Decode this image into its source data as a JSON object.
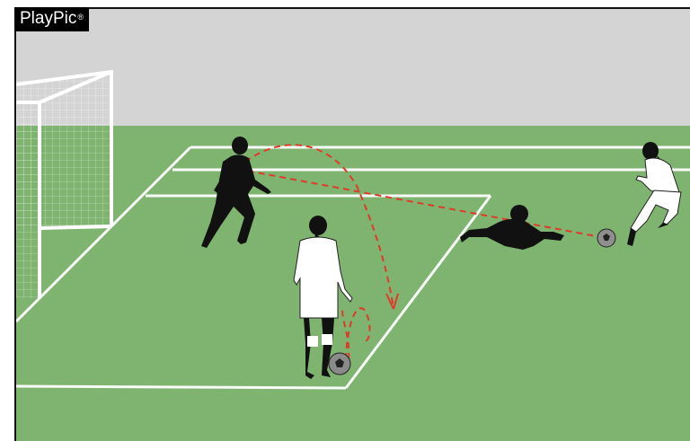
{
  "brand": {
    "name": "PlayPic",
    "mark": "®"
  },
  "colors": {
    "sky": "#d3d3d3",
    "grass": "#7fb26f",
    "line": "#ffffff",
    "trajectory": "#e03a2a",
    "team_dark": "#111111",
    "team_light": "#ffffff"
  },
  "scene": {
    "description_icons": [
      "goal-net",
      "soccer-ball",
      "player-dark-kicker",
      "player-white-attacker",
      "goalkeeper-diving",
      "player-white-shooter"
    ]
  }
}
